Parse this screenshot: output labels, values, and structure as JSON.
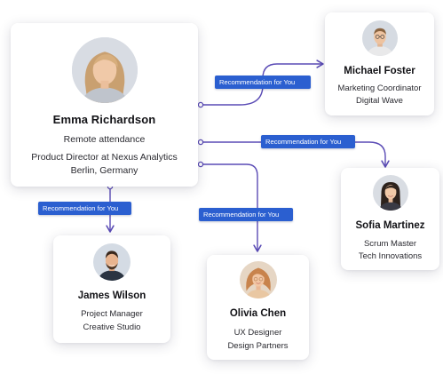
{
  "main_person": {
    "name": "Emma Richardson",
    "attendance": "Remote attendance",
    "role": "Product Director at Nexus Analytics",
    "location": "Berlin, Germany"
  },
  "connection_label": "Recommendation for You",
  "recommendations": [
    {
      "id": "michael",
      "name": "Michael Foster",
      "line1": "Marketing Coordinator",
      "line2": "Digital Wave"
    },
    {
      "id": "sofia",
      "name": "Sofia Martinez",
      "line1": "Scrum Master",
      "line2": "Tech Innovations"
    },
    {
      "id": "james",
      "name": "James Wilson",
      "line1": "Project Manager",
      "line2": "Creative Studio"
    },
    {
      "id": "olivia",
      "name": "Olivia Chen",
      "line1": "UX Designer",
      "line2": "Design Partners"
    }
  ],
  "colors": {
    "connector": "#5a4bb5",
    "tag_background": "#2b5fd0",
    "tag_text": "#ffffff",
    "card_background": "#ffffff"
  }
}
